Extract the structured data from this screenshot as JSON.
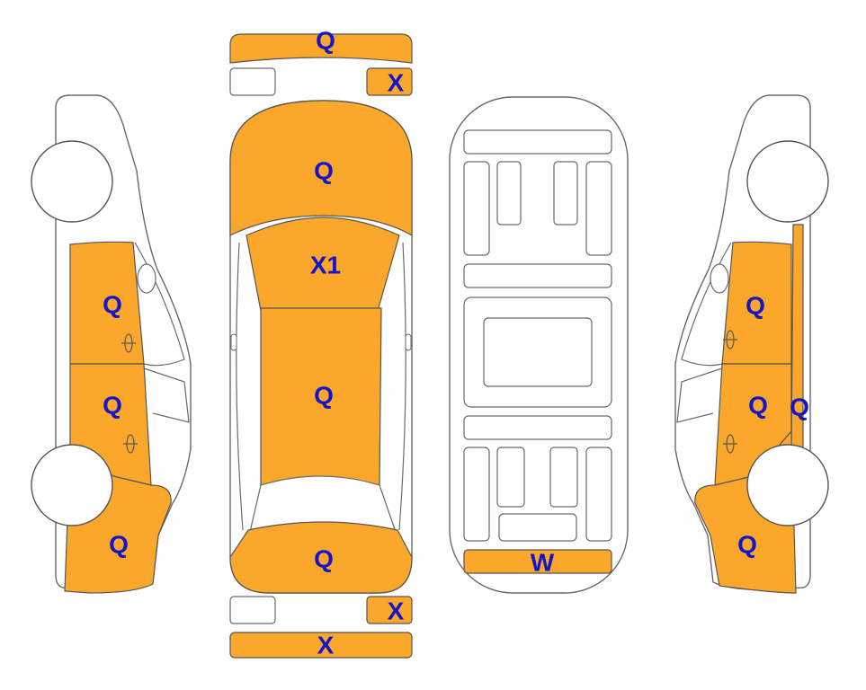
{
  "colors": {
    "damaged_fill": "#FBA72C",
    "label_color": "#1414C8",
    "outline": "#6a6a6a",
    "background": "#ffffff"
  },
  "labels": {
    "front_bumper": "Q",
    "front_plate_right": "X",
    "hood": "Q",
    "windshield": "X1",
    "roof": "Q",
    "trunk": "Q",
    "rear_plate_right": "X",
    "rear_bumper": "X",
    "underbody_rear": "W",
    "left_front_door": "Q",
    "left_rear_door": "Q",
    "left_rear_quarter": "Q",
    "right_front_door": "Q",
    "right_rear_door": "Q",
    "right_pillar": "Q",
    "right_rear_quarter": "Q"
  }
}
